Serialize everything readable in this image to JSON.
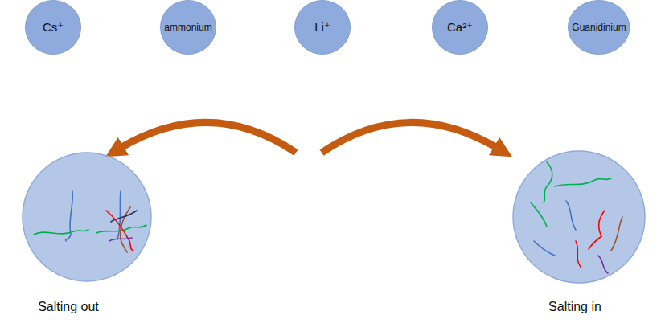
{
  "diagram": {
    "nodes": [
      {
        "text": [
          "Cs⁺"
        ]
      },
      {
        "text": [
          "ammonium"
        ]
      },
      {
        "text": [
          "Li⁺"
        ]
      },
      {
        "text": [
          "Ca²⁺"
        ]
      },
      {
        "text": [
          "Guanidinium"
        ]
      },
      {
        "text": [
          "Salting out"
        ]
      },
      {
        "text": [
          "Salting in"
        ]
      }
    ]
  }
}
